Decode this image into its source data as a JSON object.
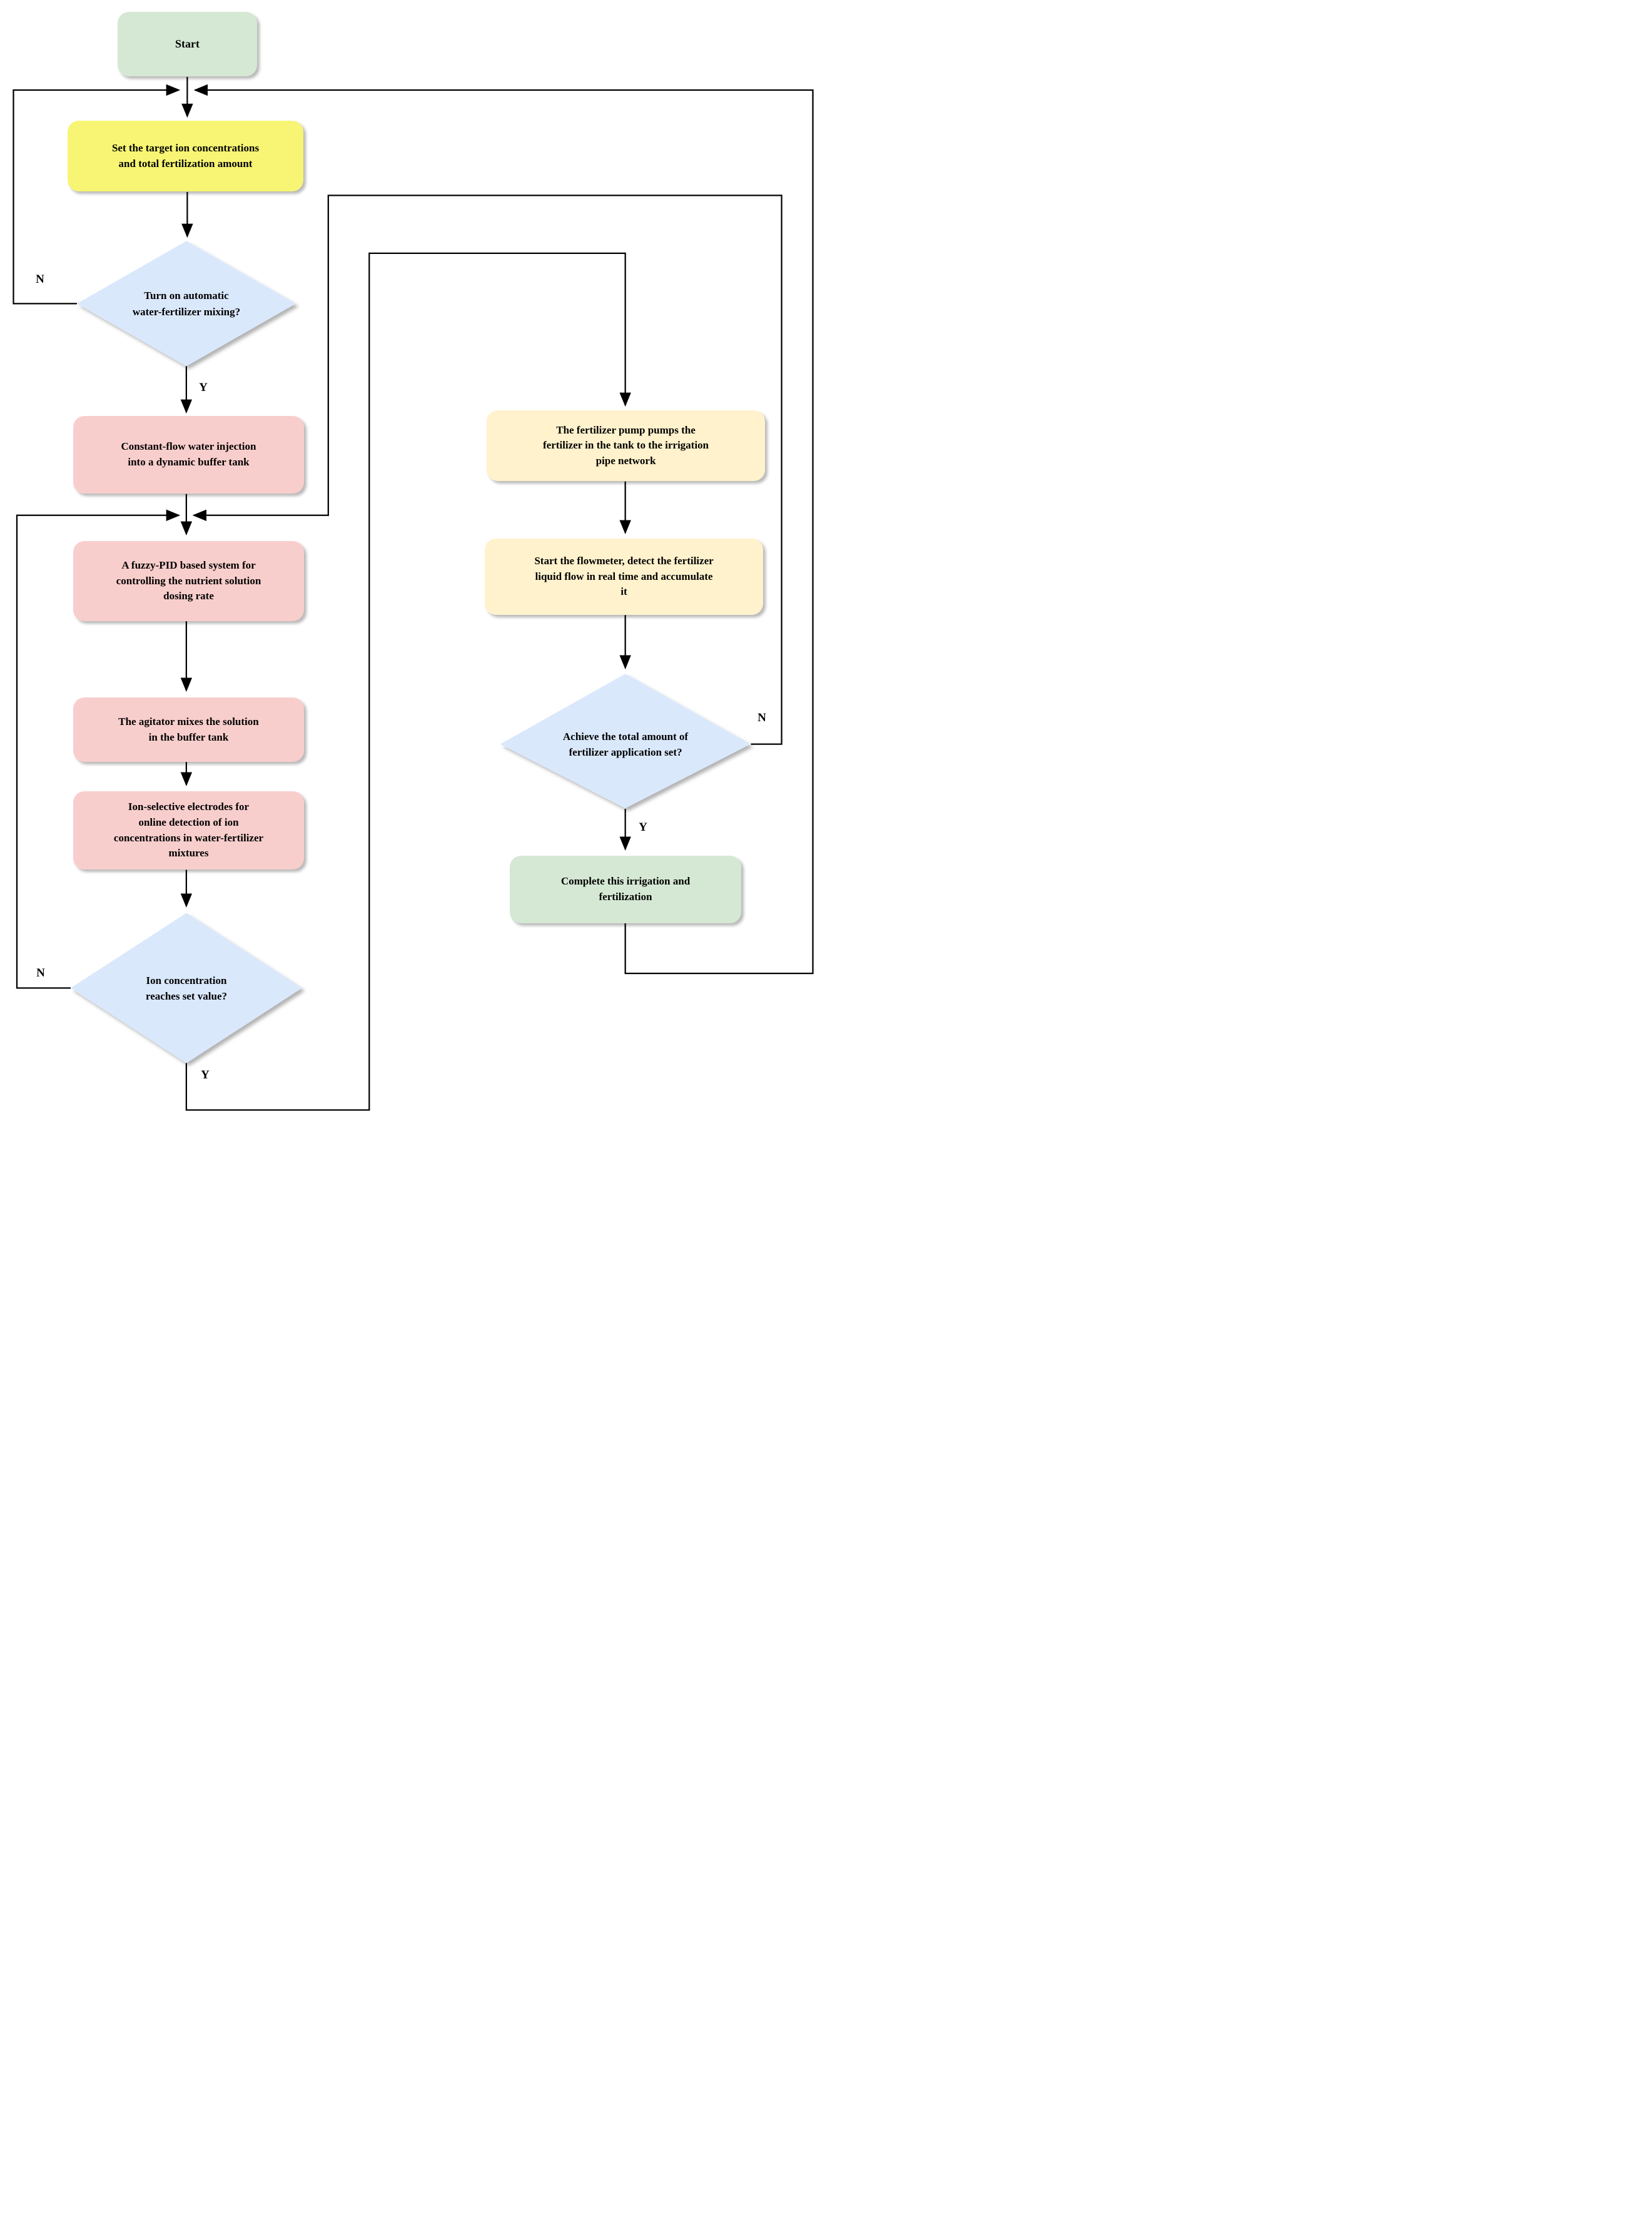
{
  "diagram": {
    "type": "flowchart",
    "topic": "Automatic water-fertilizer mixing and fertilization control process"
  },
  "colors": {
    "terminator_green": "#d5e8d4",
    "input_yellow": "#f7f573",
    "process_pink": "#f8cecc",
    "process_cream": "#fff2cc",
    "decision_blue": "#dae8fc",
    "line_black": "#000000",
    "text_black": "#000000"
  },
  "nodes": {
    "start": {
      "label": "Start",
      "shape": "rounded-rectangle",
      "fill": "#d5e8d4"
    },
    "set_targets": {
      "label": "Set the target ion concentrations\nand total fertilization amount",
      "shape": "rounded-rectangle",
      "fill": "#f7f573"
    },
    "mixing_decision": {
      "label": "Turn on automatic\nwater-fertilizer mixing?",
      "shape": "diamond",
      "fill": "#dae8fc"
    },
    "constant_flow": {
      "label": "Constant-flow water injection\ninto a dynamic buffer tank",
      "shape": "rounded-rectangle",
      "fill": "#f8cecc"
    },
    "fuzzy_pid": {
      "label": "A fuzzy-PID based system for\ncontrolling the nutrient solution\ndosing rate",
      "shape": "rounded-rectangle",
      "fill": "#f8cecc"
    },
    "agitator": {
      "label": "The agitator mixes the solution\nin the buffer tank",
      "shape": "rounded-rectangle",
      "fill": "#f8cecc"
    },
    "ion_electrodes": {
      "label": "Ion-selective electrodes for\nonline detection of ion\nconcentrations in water-fertilizer\nmixtures",
      "shape": "rounded-rectangle",
      "fill": "#f8cecc"
    },
    "ion_decision": {
      "label": "Ion concentration\nreaches set value?",
      "shape": "diamond",
      "fill": "#dae8fc"
    },
    "pump": {
      "label": "The fertilizer pump pumps the\nfertilizer in the tank to the irrigation\npipe network",
      "shape": "rounded-rectangle",
      "fill": "#fff2cc"
    },
    "flowmeter": {
      "label": "Start the flowmeter, detect the fertilizer\nliquid flow in real time and accumulate\nit",
      "shape": "rounded-rectangle",
      "fill": "#fff2cc"
    },
    "amount_decision": {
      "label": "Achieve the total amount of\nfertilizer application set?",
      "shape": "diamond",
      "fill": "#dae8fc"
    },
    "complete": {
      "label": "Complete this irrigation and\nfertilization",
      "shape": "rounded-rectangle",
      "fill": "#d5e8d4"
    }
  },
  "edge_labels": {
    "mixing_no": "N",
    "mixing_yes": "Y",
    "ion_no": "N",
    "ion_yes": "Y",
    "amount_no": "N",
    "amount_yes": "Y"
  }
}
